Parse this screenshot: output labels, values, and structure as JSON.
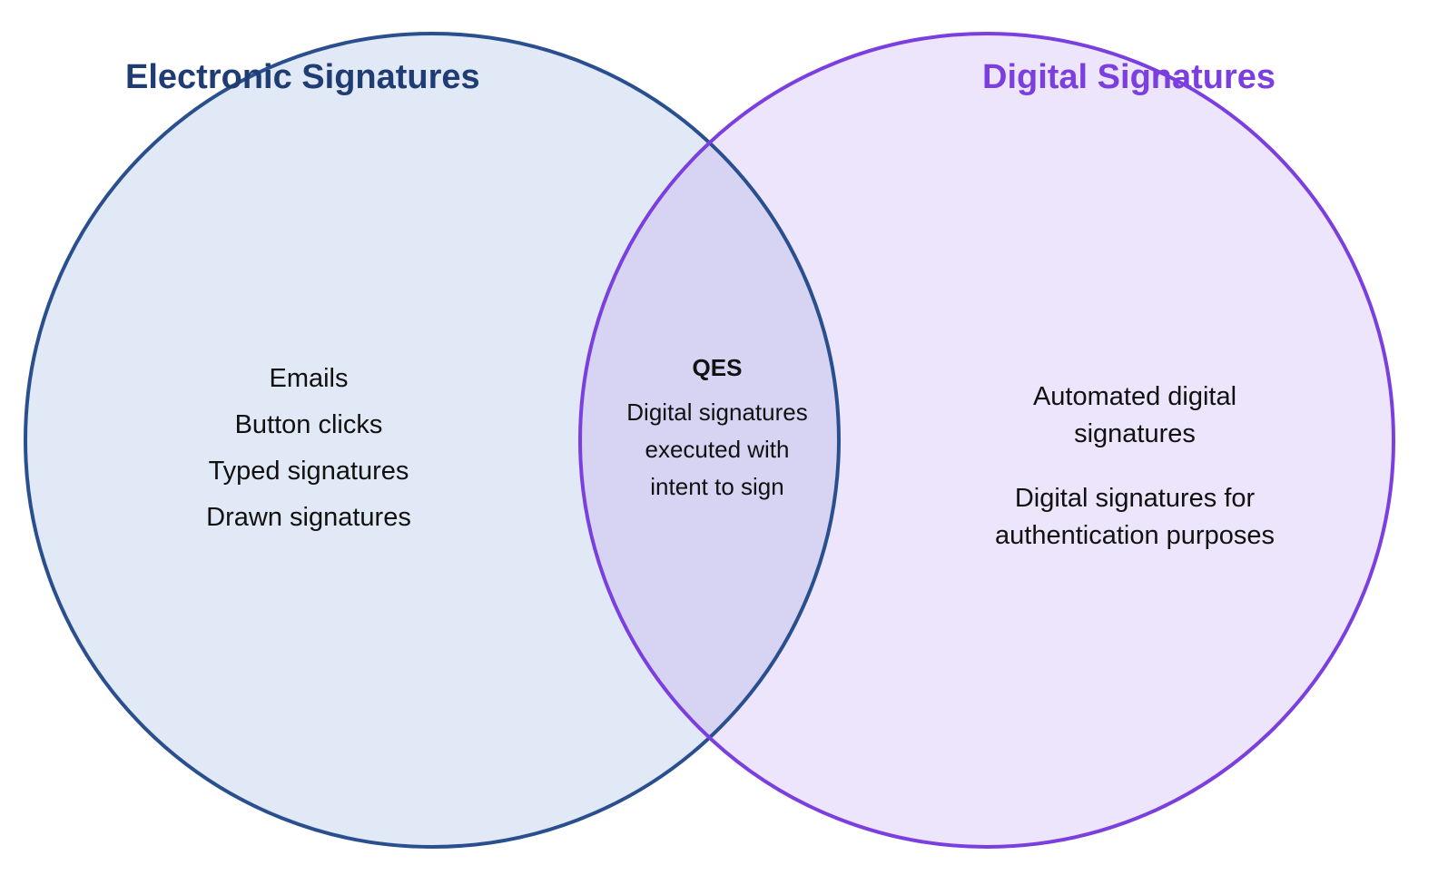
{
  "colors": {
    "left_fill": "#e1e9f6",
    "left_stroke": "#2a4f8f",
    "right_fill": "#ede5fb",
    "right_stroke": "#7b3fe0",
    "overlap_fill": "#d6d4f2",
    "left_title": "#1f3d73",
    "right_title": "#7b3fe0"
  },
  "left": {
    "title": "Electronic Signatures",
    "items": [
      "Emails",
      "Button clicks",
      "Typed signatures",
      "Drawn signatures"
    ]
  },
  "overlap": {
    "heading": "QES",
    "text": "Digital signatures executed with intent to sign"
  },
  "right": {
    "title": "Digital Signatures",
    "items": [
      "Automated digital signatures",
      "Digital signatures for authentication purposes"
    ]
  }
}
